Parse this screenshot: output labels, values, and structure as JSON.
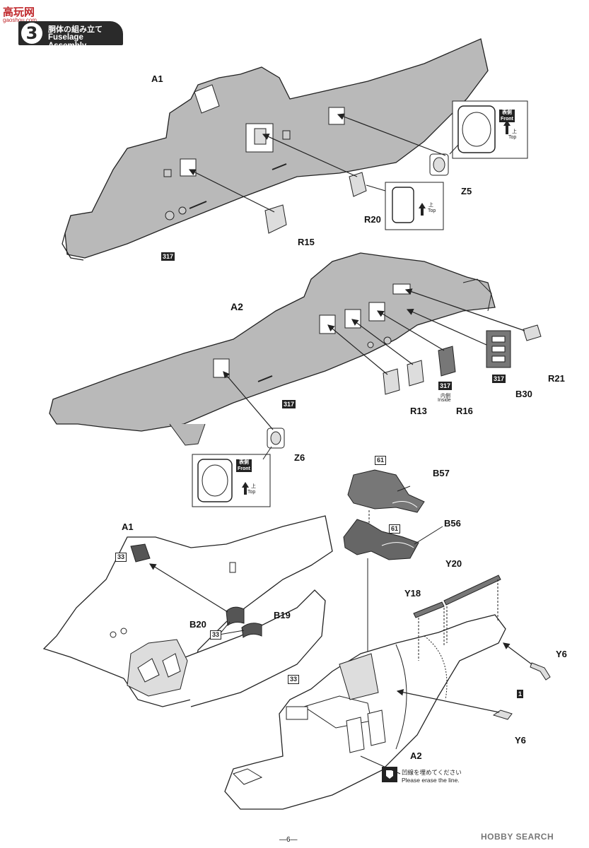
{
  "watermark": {
    "logo": "高玩网",
    "url": "gaoshou.com"
  },
  "step": {
    "number": "3",
    "title_jp": "胴体の組み立て",
    "title_en": "Fuselage Assembly"
  },
  "labels": {
    "a1_top": "A1",
    "z5": "Z5",
    "r20": "R20",
    "r15": "R15",
    "paint_317_a": "317",
    "a2_top": "A2",
    "r21": "R21",
    "b30": "B30",
    "paint_317_b30": "317",
    "r13": "R13",
    "r16": "R16",
    "paint_317_r16": "317",
    "inside_jp": "内側",
    "inside_en": "Inside",
    "paint_317_b": "317",
    "z6": "Z6",
    "b57": "B57",
    "paint_61_b57": "61",
    "b56": "B56",
    "paint_61_b56": "61",
    "a1_bottom": "A1",
    "paint_33_a1": "33",
    "b20": "B20",
    "b19": "B19",
    "paint_33_b": "33",
    "y20": "Y20",
    "y18": "Y18",
    "y6_top": "Y6",
    "y6_bottom": "Y6",
    "paint_1": "1",
    "paint_33_a2": "33",
    "a2_bottom": "A2"
  },
  "insets": {
    "z5": {
      "front_jp": "表側",
      "front_en": "Front",
      "top_jp": "上",
      "top_en": "Top"
    },
    "r20": {
      "top_jp": "上",
      "top_en": "Top"
    },
    "z6": {
      "front_jp": "表側",
      "front_en": "Front",
      "top_jp": "上",
      "top_en": "Top"
    }
  },
  "notes": {
    "erase_jp": "凹線を埋めてください",
    "erase_en": "Please erase the line."
  },
  "footer": {
    "page": "—6—",
    "brand": "HOBBY SEARCH"
  },
  "colors": {
    "panel_gray": "#b9b9b9",
    "line": "#222222",
    "accent_red": "#c0282c"
  }
}
